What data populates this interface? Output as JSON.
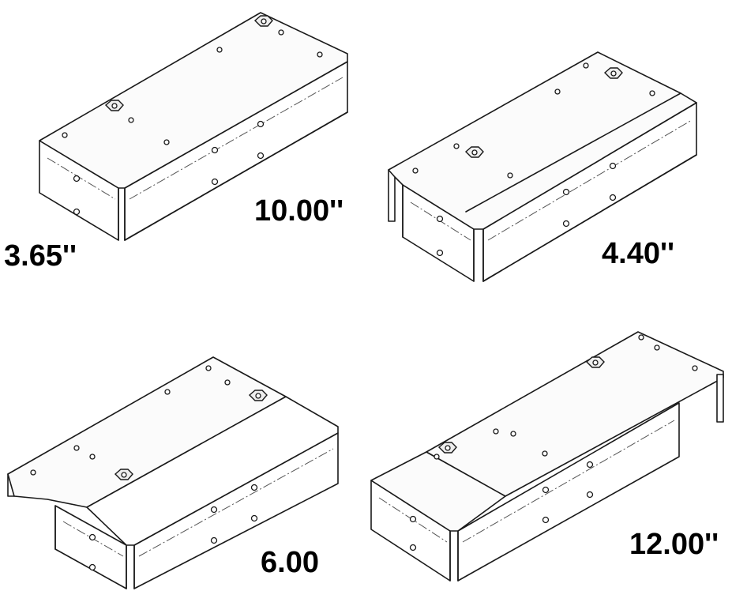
{
  "dimensions": {
    "d1": "10.00''",
    "d2": "3.65''",
    "d3": "4.40''",
    "d4": "6.00",
    "d5": "12.00''"
  }
}
